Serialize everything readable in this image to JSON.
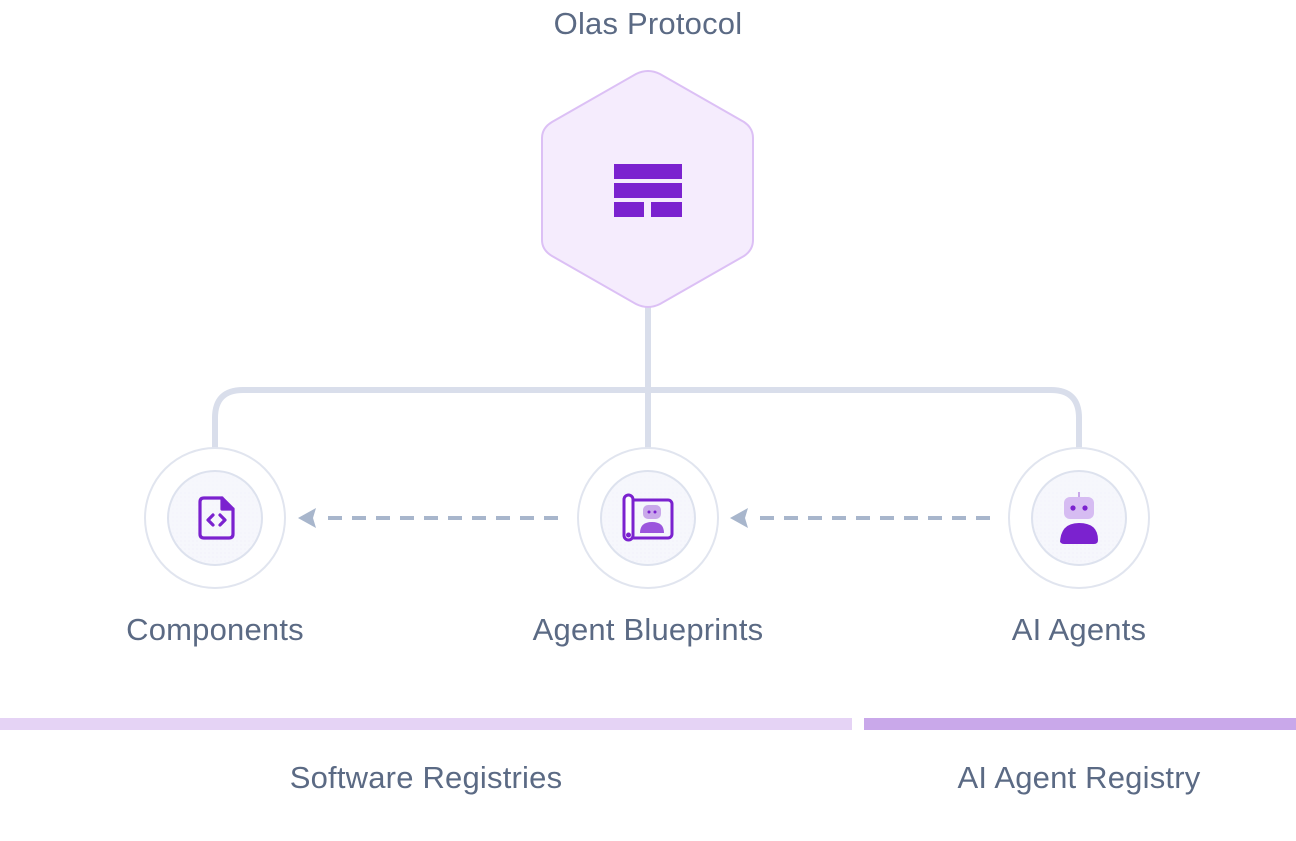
{
  "title": "Olas Protocol",
  "root": {
    "name": "Olas Protocol",
    "icon": "olas-logo-icon"
  },
  "nodes": [
    {
      "id": "components",
      "label": "Components",
      "icon": "code-file-icon"
    },
    {
      "id": "agent-blueprints",
      "label": "Agent Blueprints",
      "icon": "blueprint-icon"
    },
    {
      "id": "ai-agents",
      "label": "AI Agents",
      "icon": "robot-agent-icon"
    }
  ],
  "edges": [
    {
      "from": "Olas Protocol",
      "to": "Components",
      "style": "solid"
    },
    {
      "from": "Olas Protocol",
      "to": "Agent Blueprints",
      "style": "solid"
    },
    {
      "from": "Olas Protocol",
      "to": "AI Agents",
      "style": "solid"
    },
    {
      "from": "Agent Blueprints",
      "to": "Components",
      "style": "dashed-arrow"
    },
    {
      "from": "AI Agents",
      "to": "Agent Blueprints",
      "style": "dashed-arrow"
    }
  ],
  "groups": [
    {
      "label": "Software Registries",
      "members": [
        "Components",
        "Agent Blueprints"
      ],
      "color": "#e5d3f5"
    },
    {
      "label": "AI Agent Registry",
      "members": [
        "AI Agents"
      ],
      "color": "#c9a8ea"
    }
  ],
  "colors": {
    "accent": "#7b22cf",
    "accent_light": "#c9a8ea",
    "connector": "#d9deeb",
    "arrow": "#a8b6cc",
    "text": "#5b6a84",
    "hex_fill": "#f5ecfd",
    "hex_border": "#dcc0f5"
  }
}
